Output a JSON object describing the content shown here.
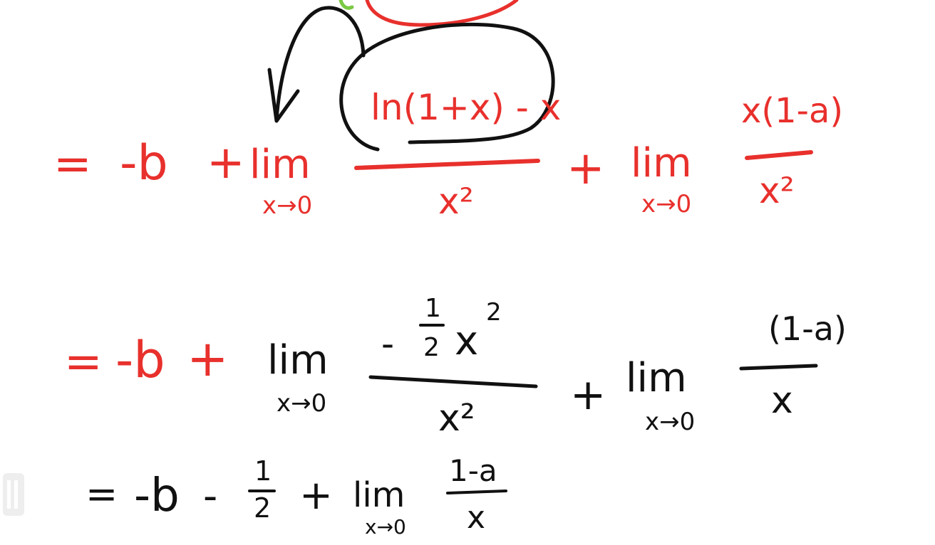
{
  "colors": {
    "red": "#e8302c",
    "black": "#111111",
    "green": "#7ac943",
    "watermark": "#cfcfcf"
  },
  "line1": {
    "eq": "=",
    "minus_b": "-b",
    "plus1": "+",
    "lim1": "lim",
    "sub1": "x→0",
    "num1": "ln(1+x) - x",
    "den1": "x²",
    "plus2": "+",
    "lim2": "lim",
    "sub2": "x→0",
    "num2": "x(1-a)",
    "den2": "x²"
  },
  "line2": {
    "eq": "=",
    "minus_b": "-b",
    "plus1": "+",
    "lim1": "lim",
    "sub1": "x→0",
    "num1_minus": "-",
    "num1_frac_top": "1",
    "num1_frac_bot": "2",
    "num1_x": "x",
    "num1_exp": "2",
    "den1": "x²",
    "plus2": "+",
    "lim2": "lim",
    "sub2": "x→0",
    "num2": "(1-a)",
    "den2": "x"
  },
  "line3": {
    "eq": "=",
    "minus_b": "-b",
    "minus": "-",
    "half_top": "1",
    "half_bot": "2",
    "plus": "+",
    "lim": "lim",
    "sub": "x→0",
    "num": "1-a",
    "den": "x"
  },
  "watermark": {
    "icon": "bilibili-icon"
  }
}
